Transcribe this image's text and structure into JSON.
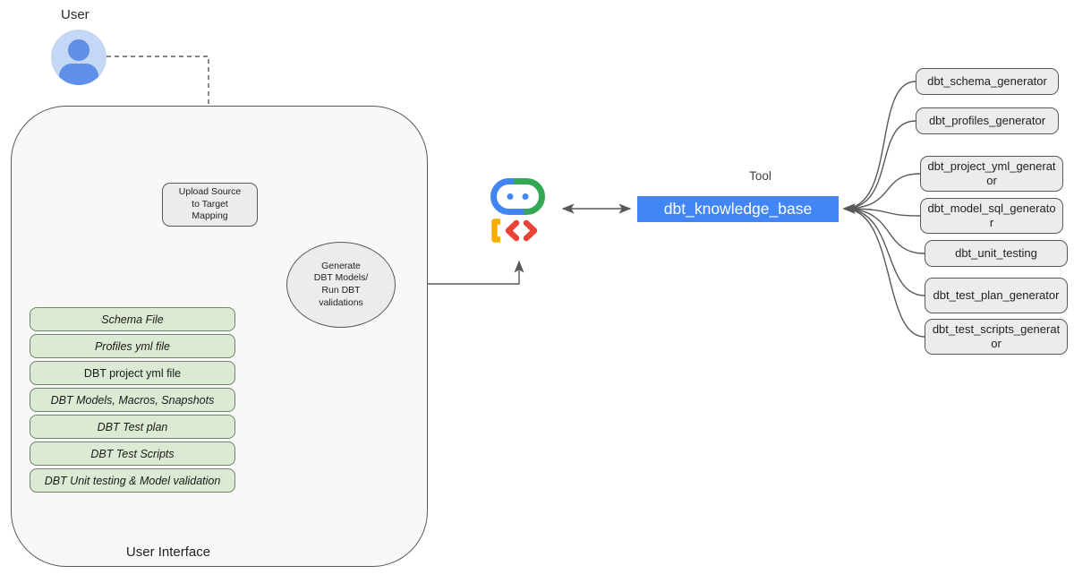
{
  "colors": {
    "line": "#595959",
    "container_fill": "#f8f8f8",
    "gray_box_fill": "#ececec",
    "green_fill": "#dcead3",
    "green_border": "#6f8468",
    "tool_blue": "#4285f4",
    "robot_blue": "#4285f4",
    "robot_green": "#34a853",
    "robot_red": "#ea4335",
    "robot_yellow": "#f9ab00",
    "avatar_bg": "#c4d7f5",
    "avatar_person": "#5f8fe8"
  },
  "user": {
    "label": "User"
  },
  "ui": {
    "label": "User Interface"
  },
  "upload": {
    "lines": [
      "Upload Source",
      "to Target",
      "Mapping"
    ]
  },
  "generate": {
    "lines": [
      "Generate",
      "DBT Models/",
      "Run DBT",
      "validations"
    ]
  },
  "outputs": [
    "Schema File",
    "Profiles yml file",
    "DBT project yml file",
    "DBT Models, Macros, Snapshots",
    "DBT Test plan",
    "DBT Test Scripts",
    "DBT Unit testing & Model validation"
  ],
  "tool": {
    "caption": "Tool",
    "name": "dbt_knowledge_base"
  },
  "generators": [
    "dbt_schema_generator",
    "dbt_profiles_generator",
    "dbt_project_yml_generator",
    "dbt_model_sql_generator",
    "dbt_unit_testing",
    "dbt_test_plan_generator",
    "dbt_test_scripts_generator"
  ]
}
